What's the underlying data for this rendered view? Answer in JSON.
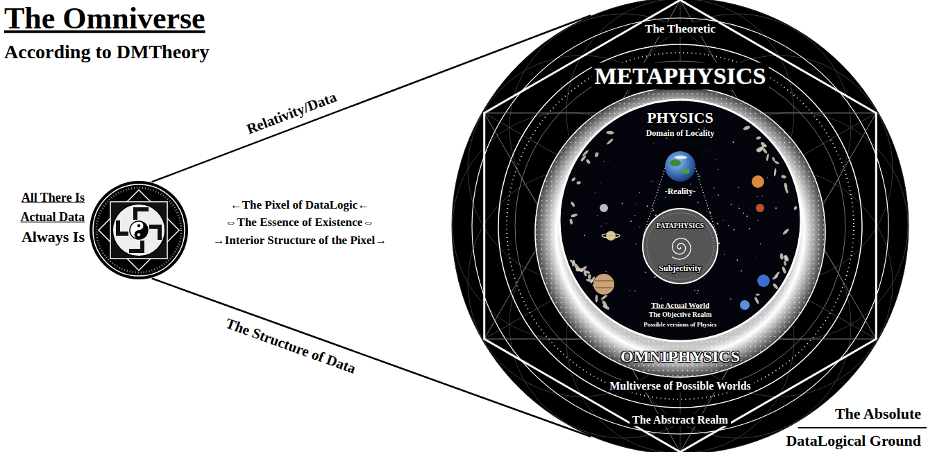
{
  "diagram": {
    "title": "The Omniverse",
    "nodes": [
      {
        "text": [
          "All There Is",
          "Actual Data",
          "Always Is"
        ]
      },
      {
        "text": [
          "The Theoretic",
          "METAPHYSICS",
          "The Abstract Realm"
        ]
      },
      {
        "text": [
          "OMNIPHYSICS",
          "Multiverse of Possible Worlds"
        ],
        "in": 1
      },
      {
        "text": [
          "PHYSICS",
          "Domain of Locality",
          "-Reality-",
          "The Actual World",
          "The Objective Realm",
          "Possible versions of Physics"
        ],
        "in": 2
      },
      {
        "text": [
          "PATAPHYSICS",
          "Subjectivity"
        ],
        "in": 3
      }
    ],
    "edges": [
      {
        "from": 0,
        "to": 1,
        "label": "Relativity/Data",
        "arrow": "none"
      },
      {
        "from": 0,
        "to": 1,
        "label": "The Structure of Data",
        "arrow": "none"
      }
    ],
    "labels": [
      "According to DMTheory",
      "←The Pixel of DataLogic←",
      "⇔The Essence of Existence⇔",
      "→Interior Structure of the Pixel→",
      "The Absolute",
      "DataLogical Ground"
    ]
  }
}
